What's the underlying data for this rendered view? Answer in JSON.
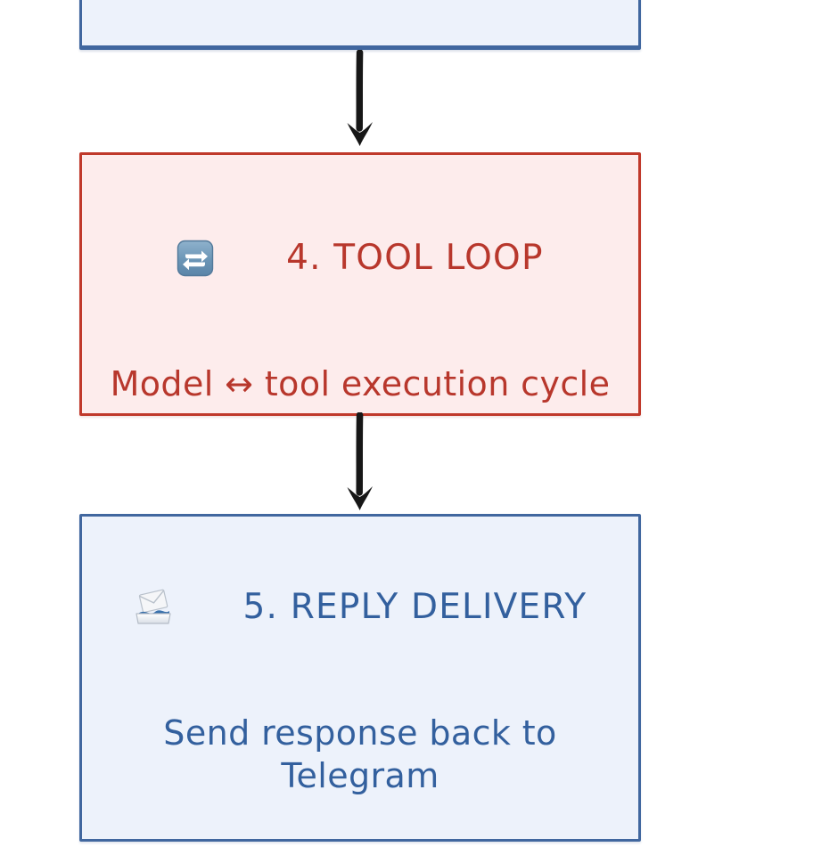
{
  "diagram": {
    "type": "flowchart",
    "orientation": "top-to-bottom",
    "background_color": "#ffffff",
    "nodes": [
      {
        "id": "node-upstream",
        "label": "",
        "note": "previous step box, cropped off the top of the screenshot",
        "fill_color": "#edf2fb",
        "border_color": "#41679f",
        "text_color": "#33609e"
      },
      {
        "id": "node-tool-loop",
        "icon": "repeat-loop-icon",
        "icon_glyph": "🔁",
        "title": "4. TOOL LOOP",
        "subtitle": "Model ↔ tool execution cycle",
        "fill_color": "#fdecec",
        "border_color": "#c0392b",
        "text_color": "#b8372c"
      },
      {
        "id": "node-reply-delivery",
        "icon": "incoming-envelope-icon",
        "icon_glyph": "📨",
        "title": "5. REPLY DELIVERY",
        "subtitle": "Send response back to Telegram",
        "fill_color": "#edf2fb",
        "border_color": "#41679f",
        "text_color": "#33609e"
      }
    ],
    "connectors": [
      {
        "id": "connector-upstream-to-tool-loop",
        "from": "node-upstream",
        "to": "node-tool-loop",
        "style": "hand-drawn-arrow",
        "color": "#171717"
      },
      {
        "id": "connector-tool-loop-to-reply-delivery",
        "from": "node-tool-loop",
        "to": "node-reply-delivery",
        "style": "hand-drawn-arrow",
        "color": "#171717"
      }
    ]
  }
}
